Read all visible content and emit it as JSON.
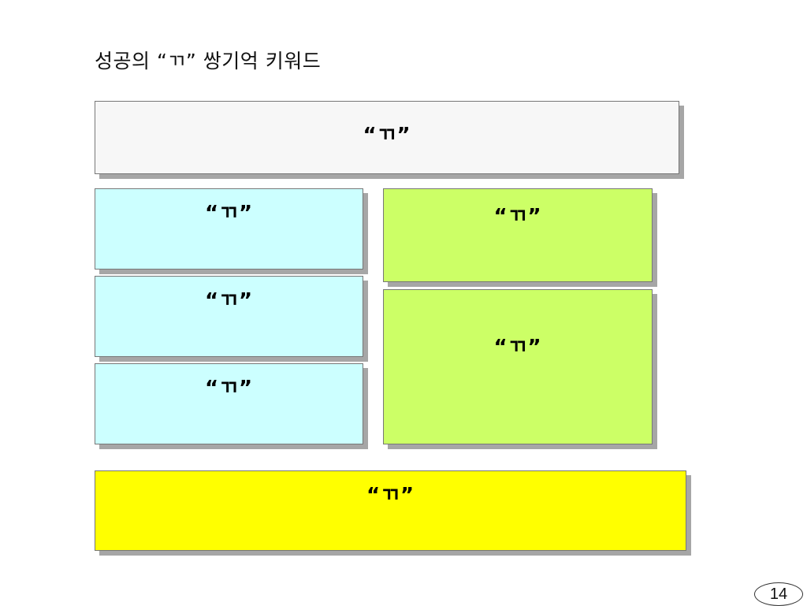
{
  "slide": {
    "title": "성공의 “ㄲ” 쌍기억 키워드",
    "page_number": "14"
  },
  "boxes": {
    "top": {
      "label": "“ㄲ”",
      "color": "#f7f7f7"
    },
    "cyan": [
      {
        "label": "“ㄲ”",
        "color": "#ccffff"
      },
      {
        "label": "“ㄲ”",
        "color": "#ccffff"
      },
      {
        "label": "“ㄲ”",
        "color": "#ccffff"
      }
    ],
    "green": [
      {
        "label": "“ㄲ”",
        "color": "#ccff66"
      },
      {
        "label": "“ㄲ”",
        "color": "#ccff66"
      }
    ],
    "bottom": {
      "label": "“ㄲ”",
      "color": "#ffff00"
    }
  }
}
